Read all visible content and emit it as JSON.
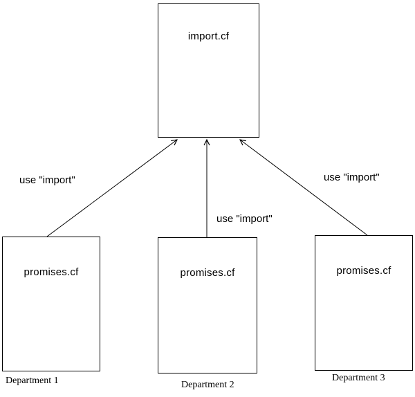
{
  "diagram": {
    "top_box": {
      "label": "import.cf"
    },
    "bottom_boxes": [
      {
        "label": "promises.cf",
        "caption": "Department 1"
      },
      {
        "label": "promises.cf",
        "caption": "Department 2"
      },
      {
        "label": "promises.cf",
        "caption": "Department 3"
      }
    ],
    "edge_labels": [
      {
        "text": "use \"import\""
      },
      {
        "text": "use \"import\""
      },
      {
        "text": "use \"import\""
      }
    ]
  }
}
